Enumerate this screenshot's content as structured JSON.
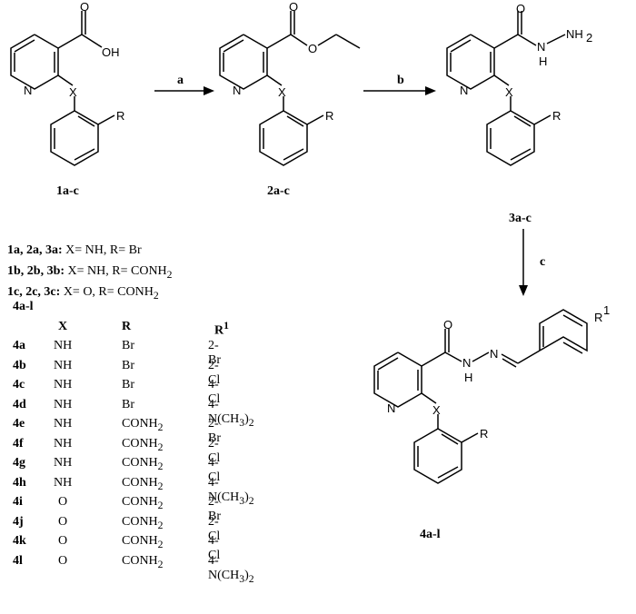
{
  "compounds": {
    "c1": {
      "label": "1a-c",
      "oh": "OH",
      "o": "O",
      "n": "N",
      "x": "X",
      "r": "R"
    },
    "c2": {
      "label": "2a-c",
      "o1": "O",
      "o2": "O",
      "n": "N",
      "x": "X",
      "r": "R"
    },
    "c3": {
      "label": "3a-c",
      "o": "O",
      "n": "N",
      "nh": "N",
      "h": "H",
      "nh2": "NH",
      "sub2": "2",
      "x": "X",
      "r": "R"
    },
    "c4": {
      "label": "4a-l",
      "o": "O",
      "n": "N",
      "n1": "N",
      "h": "H",
      "n2": "N",
      "x": "X",
      "r": "R",
      "r1": "R",
      "sup1": "1"
    }
  },
  "steps": {
    "a": "a",
    "b": "b",
    "c": "c"
  },
  "legend": [
    {
      "ids": "1a, 2a, 3a:",
      "text": " X= NH, R= Br"
    },
    {
      "ids": "1b, 2b, 3b:",
      "text": " X= NH, R= CONH",
      "sub": "2"
    },
    {
      "ids": "1c, 2c, 3c:",
      "text": " X= O, R= CONH",
      "sub": "2"
    }
  ],
  "table": {
    "title": "4a-l",
    "headers": {
      "x": "X",
      "r": "R",
      "r1": "R",
      "r1_sup": "1"
    },
    "rows": [
      {
        "id": "4a",
        "x": "NH",
        "r": "Br",
        "r_sub": "",
        "r1": "2-Br"
      },
      {
        "id": "4b",
        "x": "NH",
        "r": "Br",
        "r_sub": "",
        "r1": "2-Cl"
      },
      {
        "id": "4c",
        "x": "NH",
        "r": "Br",
        "r_sub": "",
        "r1": "4-Cl"
      },
      {
        "id": "4d",
        "x": "NH",
        "r": "Br",
        "r_sub": "",
        "r1": "4-N(CH",
        "r1_sub": "3",
        "r1_end": ")",
        "r1_sub2": "2"
      },
      {
        "id": "4e",
        "x": "NH",
        "r": "CONH",
        "r_sub": "2",
        "r1": "2-Br"
      },
      {
        "id": "4f",
        "x": "NH",
        "r": "CONH",
        "r_sub": "2",
        "r1": "2-Cl"
      },
      {
        "id": "4g",
        "x": "NH",
        "r": "CONH",
        "r_sub": "2",
        "r1": "4-Cl"
      },
      {
        "id": "4h",
        "x": "NH",
        "r": "CONH",
        "r_sub": "2",
        "r1": "4-N(CH",
        "r1_sub": "3",
        "r1_end": ")",
        "r1_sub2": "2"
      },
      {
        "id": "4i",
        "x": "O",
        "r": "CONH",
        "r_sub": "2",
        "r1": "2-Br"
      },
      {
        "id": "4j",
        "x": "O",
        "r": "CONH",
        "r_sub": "2",
        "r1": "2-Cl"
      },
      {
        "id": "4k",
        "x": "O",
        "r": "CONH",
        "r_sub": "2",
        "r1": "4-Cl"
      },
      {
        "id": "4l",
        "x": "O",
        "r": "CONH",
        "r_sub": "2",
        "r1": "4-N(CH",
        "r1_sub": "3",
        "r1_end": ")",
        "r1_sub2": "2"
      }
    ]
  }
}
